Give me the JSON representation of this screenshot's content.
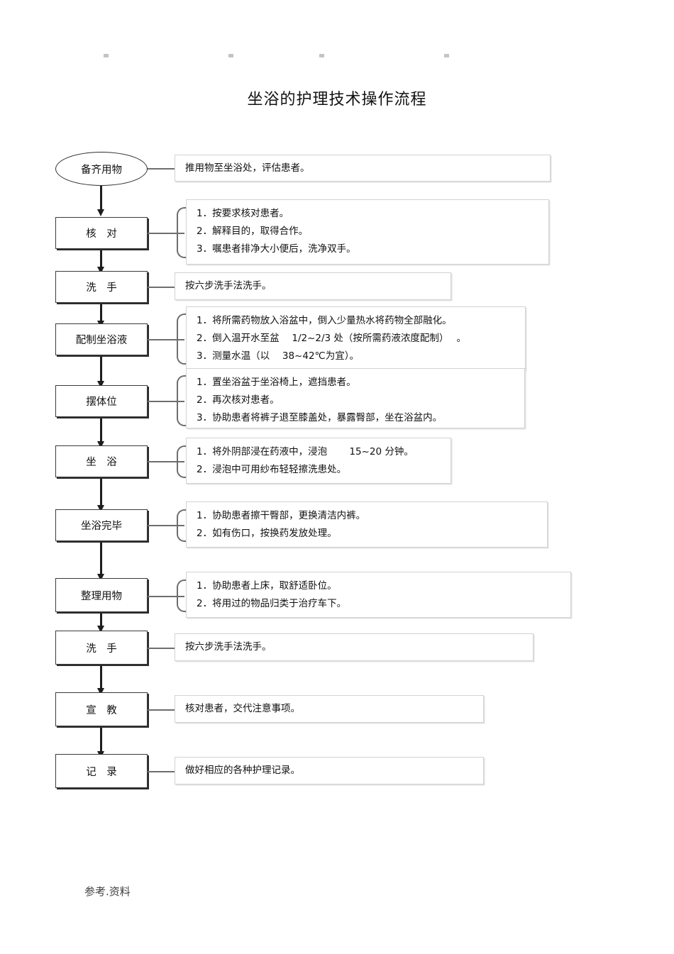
{
  "document": {
    "title": "坐浴的护理技术操作流程",
    "footer_note": "参考.资料"
  },
  "flow": {
    "nodes": [
      {
        "id": "prepare",
        "shape": "oval",
        "label": "备齐用物"
      },
      {
        "id": "verify",
        "shape": "rectangle",
        "label": "核　对"
      },
      {
        "id": "wash1",
        "shape": "rectangle",
        "label": "洗　手"
      },
      {
        "id": "prepare-solution",
        "shape": "rectangle",
        "label": "配制坐浴液"
      },
      {
        "id": "position",
        "shape": "rectangle",
        "label": "摆体位"
      },
      {
        "id": "sitz-bath",
        "shape": "rectangle",
        "label": "坐　浴"
      },
      {
        "id": "bath-done",
        "shape": "rectangle",
        "label": "坐浴完毕"
      },
      {
        "id": "tidy",
        "shape": "rectangle",
        "label": "整理用物"
      },
      {
        "id": "wash2",
        "shape": "rectangle",
        "label": "洗　手"
      },
      {
        "id": "educate",
        "shape": "rectangle",
        "label": "宣　教"
      },
      {
        "id": "record",
        "shape": "rectangle",
        "label": "记　录"
      }
    ],
    "callouts": [
      {
        "for": "prepare",
        "lines": [
          "推用物至坐浴处，评估患者。"
        ]
      },
      {
        "for": "verify",
        "lines": [
          "1．按要求核对患者。",
          "2．解释目的，取得合作。",
          "3．嘱患者排净大小便后，洗净双手。"
        ]
      },
      {
        "for": "wash1",
        "lines": [
          "按六步洗手法洗手。"
        ]
      },
      {
        "for": "prepare-solution",
        "lines": [
          "1．将所需药物放入浴盆中，倒入少量热水将药物全部融化。",
          "2．倒入温开水至盆　 1/2~2/3 处（按所需药液浓度配制）　 。",
          "3．测量水温（以　 38~42℃为宜）。"
        ]
      },
      {
        "for": "position",
        "lines": [
          "1．置坐浴盆于坐浴椅上，遮挡患者。",
          "2．再次核对患者。",
          "3．协助患者将裤子退至膝盖处，暴露臀部，坐在浴盆内。"
        ]
      },
      {
        "for": "sitz-bath",
        "lines": [
          "1．将外阴部浸在药液中，浸泡　　 15~20 分钟。",
          "2．浸泡中可用纱布轻轻擦洗患处。"
        ]
      },
      {
        "for": "bath-done",
        "lines": [
          "1．协助患者擦干臀部，更换清洁内裤。",
          "2．如有伤口，按换药发放处理。"
        ]
      },
      {
        "for": "tidy",
        "lines": [
          "1．协助患者上床，取舒适卧位。",
          "2．将用过的物品归类于治疗车下。"
        ]
      },
      {
        "for": "wash2",
        "lines": [
          "按六步洗手法洗手。"
        ]
      },
      {
        "for": "educate",
        "lines": [
          "核对患者，交代注意事项。"
        ]
      },
      {
        "for": "record",
        "lines": [
          "做好相应的各种护理记录。"
        ]
      }
    ]
  }
}
